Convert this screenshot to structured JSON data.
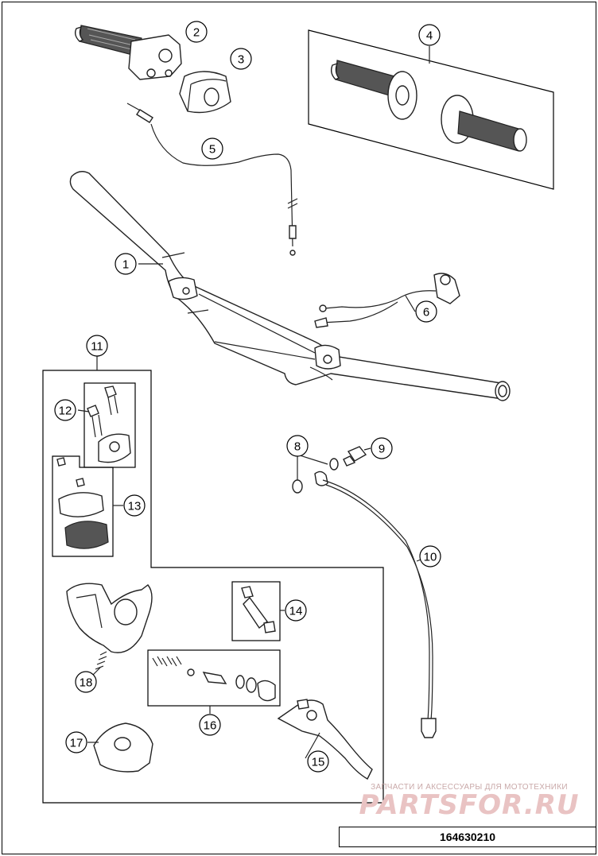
{
  "diagram": {
    "callouts": [
      {
        "id": "1",
        "label": "1"
      },
      {
        "id": "2",
        "label": "2"
      },
      {
        "id": "3",
        "label": "3"
      },
      {
        "id": "4",
        "label": "4"
      },
      {
        "id": "5",
        "label": "5"
      },
      {
        "id": "6",
        "label": "6"
      },
      {
        "id": "8",
        "label": "8"
      },
      {
        "id": "9",
        "label": "9"
      },
      {
        "id": "10",
        "label": "10"
      },
      {
        "id": "11",
        "label": "11"
      },
      {
        "id": "12",
        "label": "12"
      },
      {
        "id": "13",
        "label": "13"
      },
      {
        "id": "14",
        "label": "14"
      },
      {
        "id": "15",
        "label": "15"
      },
      {
        "id": "16",
        "label": "16"
      },
      {
        "id": "17",
        "label": "17"
      },
      {
        "id": "18",
        "label": "18"
      }
    ]
  },
  "watermark": {
    "subtitle": "ЗАПЧАСТИ И АКСЕССУАРЫ ДЛЯ МОТОТЕХНИКИ",
    "brand": "PARTSFOR.RU"
  },
  "document_number": "164630210"
}
